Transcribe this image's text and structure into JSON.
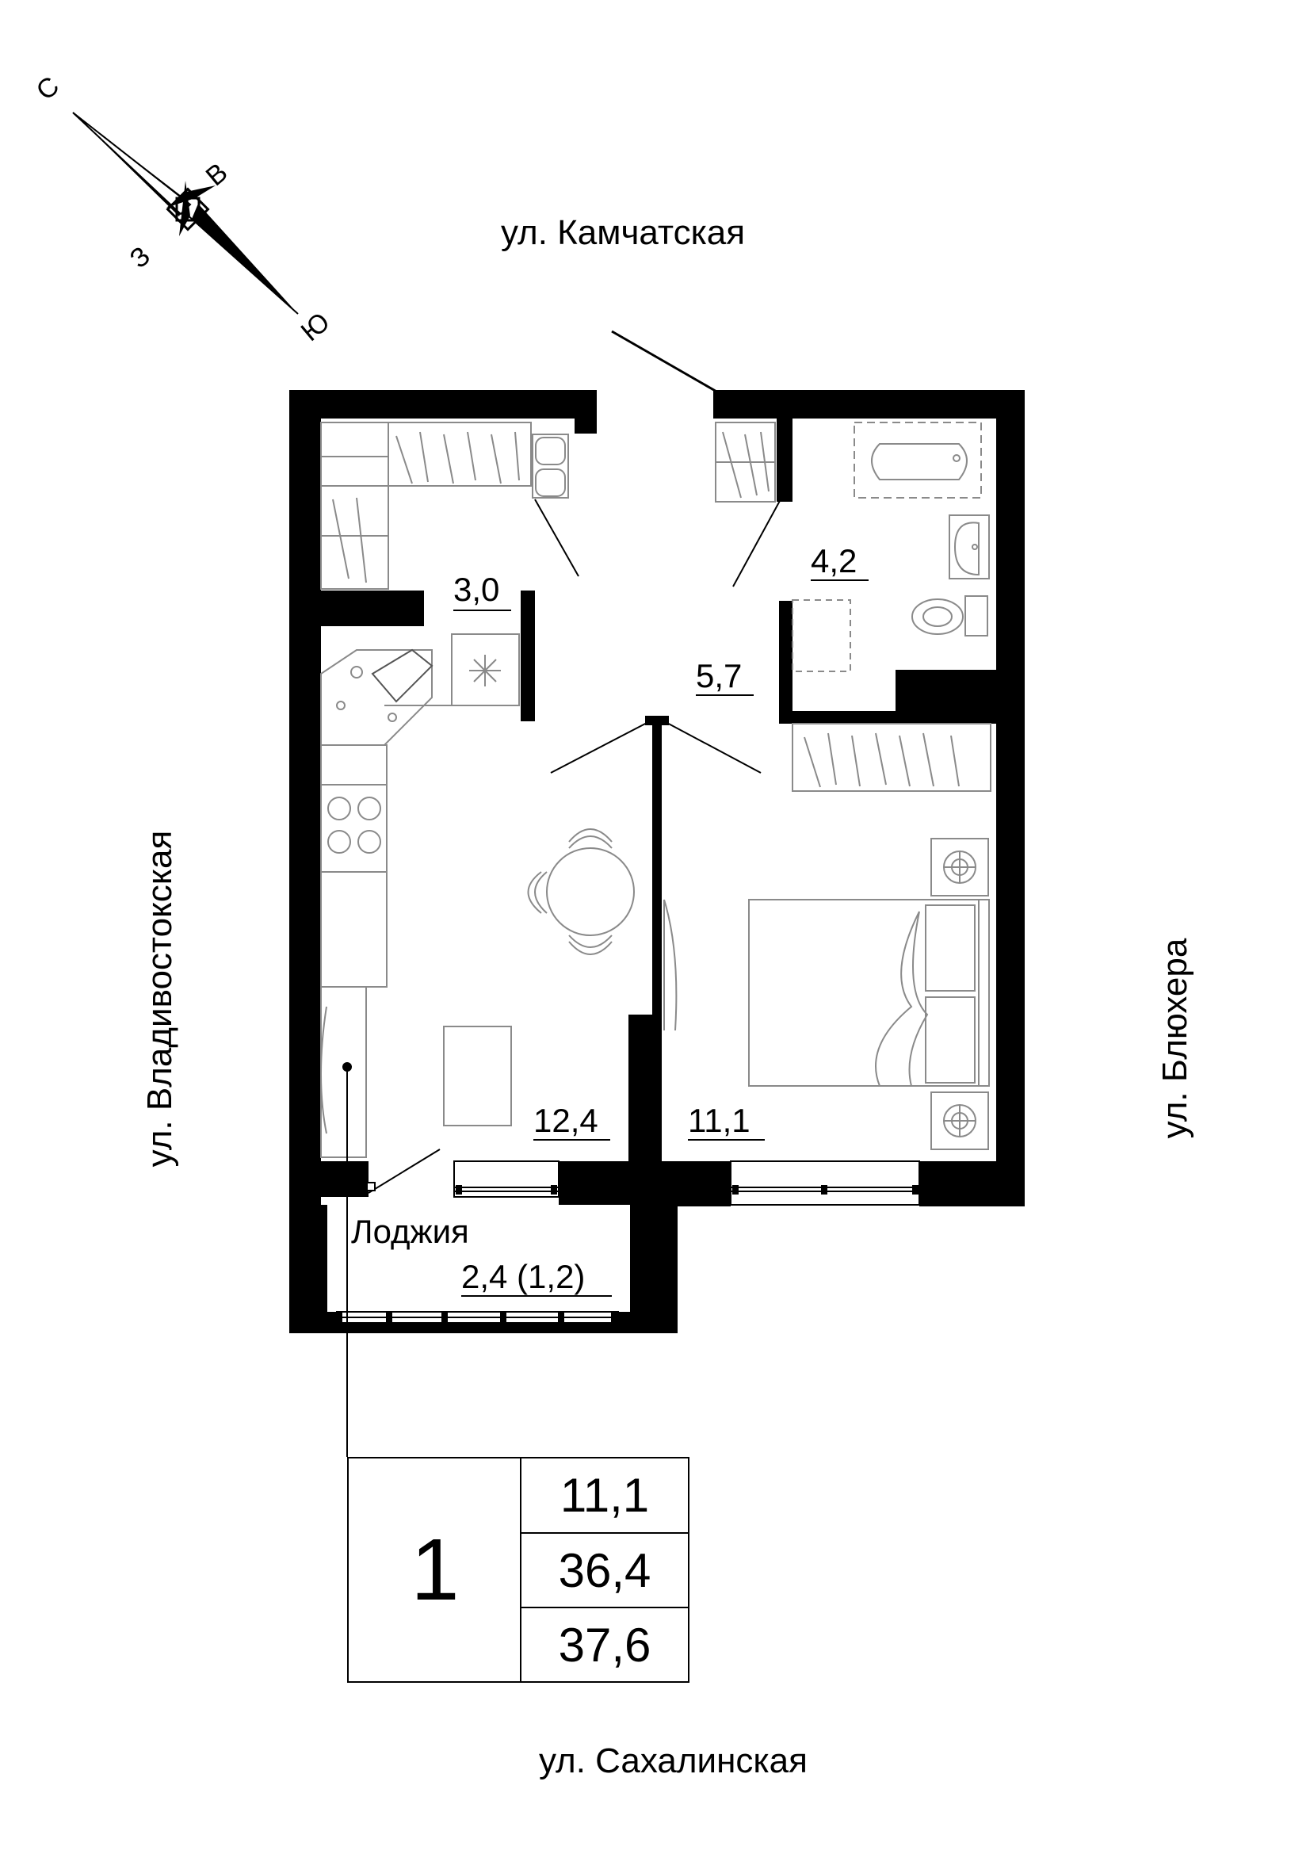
{
  "streets": {
    "north": "ул. Камчатская",
    "south": "ул. Сахалинская",
    "west": "ул. Владивостокская",
    "east": "ул. Блюхера"
  },
  "compass": {
    "north": "С",
    "east": "В",
    "south": "Ю",
    "west": "З"
  },
  "rooms": [
    {
      "id": "storage",
      "area": "3,0"
    },
    {
      "id": "bathroom",
      "area": "4,2"
    },
    {
      "id": "hallway",
      "area": "5,7"
    },
    {
      "id": "kitchen-living",
      "area": "12,4"
    },
    {
      "id": "bedroom",
      "area": "11,1"
    }
  ],
  "loggia": {
    "label": "Лоджия",
    "area": "2,4 (1,2)"
  },
  "summary": {
    "rooms_count": "1",
    "living_area": "11,1",
    "total_area": "36,4",
    "total_with_loggia": "37,6"
  }
}
